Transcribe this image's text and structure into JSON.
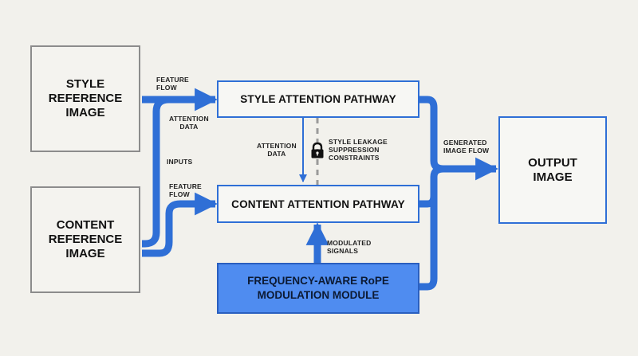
{
  "boxes": {
    "style_ref": "STYLE\nREFERENCE\nIMAGE",
    "content_ref": "CONTENT\nREFERENCE\nIMAGE",
    "style_pathway": "STYLE ATTENTION PATHWAY",
    "content_pathway": "CONTENT ATTENTION PATHWAY",
    "modulation": "FREQUENCY-AWARE RoPE\nMODULATION MODULE",
    "output": "OUTPUT\nIMAGE"
  },
  "labels": {
    "feature_flow_top": "FEATURE\nFLOW",
    "attention_data_left": "ATTENTION\nDATA",
    "inputs": "INPUTS",
    "feature_flow_bottom": "FEATURE\nFLOW",
    "attention_data_mid": "ATTENTION\nDATA",
    "style_leakage": "STYLE LEAKAGE\nSUPPRESSION\nCONSTRAINTS",
    "generated_image_flow": "GENERATED\nIMAGE FLOW",
    "modulated_signals": "MODULATED\nSIGNALS"
  },
  "colors": {
    "accent": "#2f6fd6",
    "module_fill": "#4f8cf0",
    "gray_border": "#8c8c8c",
    "background": "#f2f1ec"
  },
  "icons": [
    "lock-icon"
  ]
}
